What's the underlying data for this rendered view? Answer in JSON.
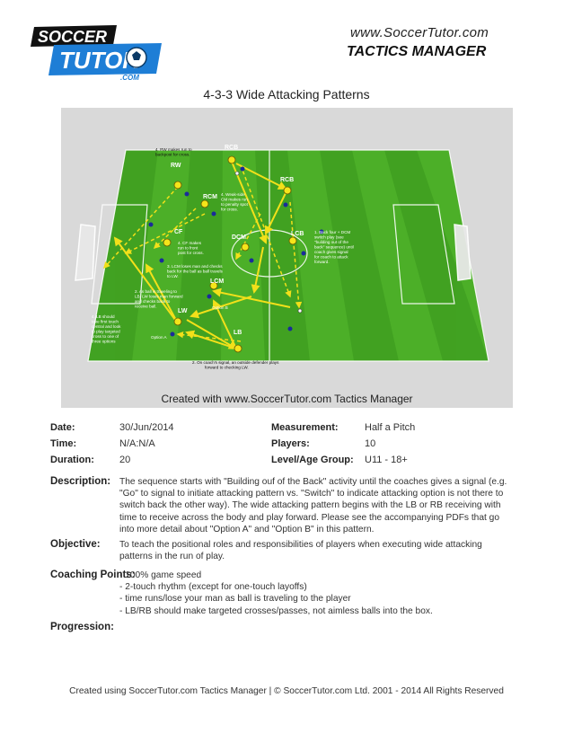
{
  "brand": {
    "logo_top": "SOCCER",
    "logo_bottom": "TUTOR",
    "logo_com": ".COM",
    "url": "www.SoccerTutor.com",
    "product": "TACTICS MANAGER"
  },
  "session": {
    "title": "4-3-3 Wide Attacking Patterns",
    "created_with": "Created with www.SoccerTutor.com Tactics Manager"
  },
  "diagram": {
    "players": {
      "rcb_top": "RCB",
      "rcb": "RCB",
      "rcm": "RCM",
      "cf": "CF",
      "dcm": "DCM",
      "lcb": "LCB",
      "lcm": "LCM",
      "lw": "LW",
      "lb": "LB",
      "rw": "RW"
    },
    "annotations": {
      "a4": [
        "4. RW makes run to",
        "backpost for cross."
      ],
      "a_weak": [
        "4. Weak-side",
        "CM makes run",
        "to penalty spot",
        "for cross."
      ],
      "a1": [
        "1. Back four + DCM",
        "switch play (see",
        "\"building out of the",
        "back\" sequence) until",
        "coach gives signal",
        "for coach to attack",
        "forward."
      ],
      "a_cf": [
        "4. CF makes",
        "run to front",
        "post for cross."
      ],
      "a3": [
        "3. LCM loses man and checks",
        "back for the ball as ball travels",
        "to LW."
      ],
      "a2": [
        "2. As ball is traveling to",
        "LB, LW loses man forward",
        "and checks back to",
        "receive ball."
      ],
      "a4lb": [
        "4. LB should",
        "take first touch",
        "central and look",
        "to play targeted",
        "cross to one of",
        "three options"
      ],
      "a_coach": [
        "2. On coach's signal, an outside defender plays",
        "forward to checking LW."
      ],
      "option_a": "Option A",
      "option_b": "Option B"
    }
  },
  "details": {
    "date_label": "Date:",
    "date": "30/Jun/2014",
    "time_label": "Time:",
    "time": "N/A:N/A",
    "duration_label": "Duration:",
    "duration": "20",
    "measurement_label": "Measurement:",
    "measurement": "Half a Pitch",
    "players_label": "Players:",
    "players": "10",
    "level_label": "Level/Age Group:",
    "level": "U11 - 18+"
  },
  "description": {
    "label": "Description:",
    "text": "The sequence starts with \"Building ouf of the Back\" activity until the coaches gives a signal (e.g. \"Go\" to signal to initiate attacking pattern vs. \"Switch\" to indicate attacking option is not there to switch back the other way). The wide attacking pattern begins with the LB or RB receiving with time to receive across the body and play forward. Please see the accompanying PDFs that go into more detail about \"Option A\" and \"Option B\" in this pattern."
  },
  "objective": {
    "label": "Objective:",
    "text": "To teach the positional roles and responsibilities of players when executing wide attacking patterns in the run of play."
  },
  "coaching": {
    "label": "Coaching Points:",
    "points": [
      "- 100% game speed",
      "- 2-touch rhythm (except for one-touch layoffs)",
      "- time runs/lose your man as ball is traveling to the player",
      "- LB/RB should make targeted crosses/passes, not aimless balls into the box."
    ]
  },
  "progression": {
    "label": "Progression:"
  },
  "footer": "Created using SoccerTutor.com Tactics Manager | © SoccerTutor.com Ltd. 2001 - 2014 All Rights Reserved",
  "colors": {
    "pitch_light": "#5fbf2f",
    "pitch_dark": "#3f9e1f",
    "pass_arrow": "#f2e01a",
    "player_yellow": "#f5e51a",
    "defender_blue": "#1a2b9a",
    "logo_blue": "#1e7ed6"
  }
}
